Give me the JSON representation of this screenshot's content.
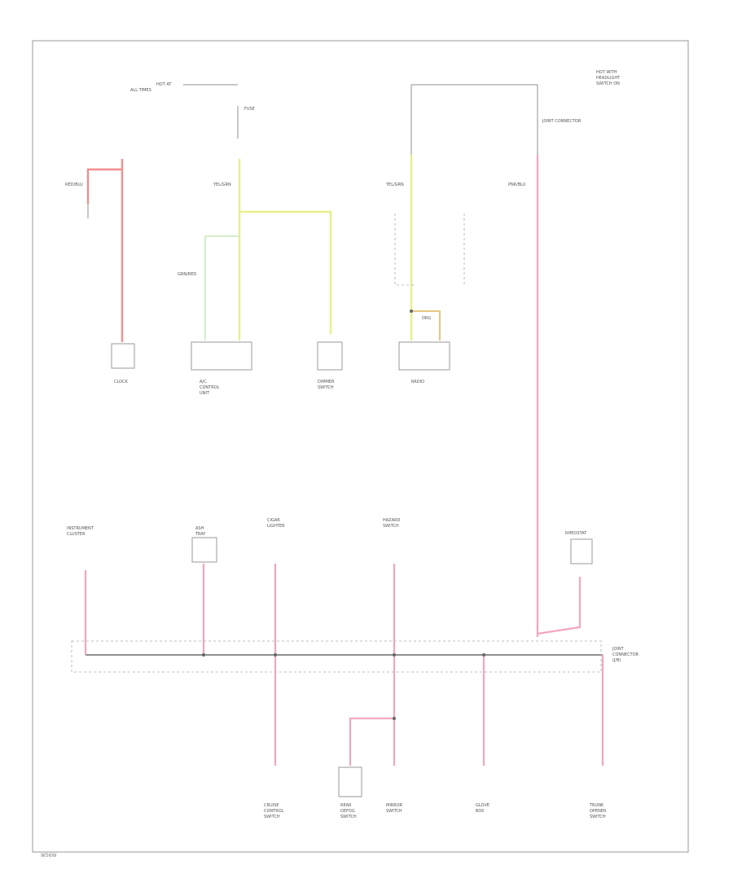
{
  "diagram": {
    "corner_label": "W56W",
    "top_left_note": [
      "HOT AT",
      "ALL TIMES"
    ],
    "top_right_note": [
      "HOT WITH",
      "HEADLIGHT",
      "SWITCH ON"
    ],
    "fuse_label": "FUSE",
    "connector_upper_right": "JOINT CONNECTOR",
    "connector_lower": [
      "JOINT",
      "CONNECTOR",
      "(J/B)"
    ],
    "components_top": [
      {
        "id": "clock",
        "label": [
          "CLOCK"
        ]
      },
      {
        "id": "ac-control",
        "label": [
          "A/C",
          "CONTROL",
          "UNIT"
        ]
      },
      {
        "id": "dimmer",
        "label": [
          "DIMMER",
          "SWITCH"
        ]
      },
      {
        "id": "radio",
        "label": [
          "RADIO"
        ]
      }
    ],
    "components_bottom_top": [
      {
        "id": "instrument-cluster",
        "label": [
          "INSTRUMENT",
          "CLUSTER"
        ]
      },
      {
        "id": "ash-tray-light",
        "label": [
          "ASH",
          "TRAY"
        ]
      },
      {
        "id": "cigar-lighter",
        "label": [
          "CIGAR",
          "LIGHTER"
        ]
      },
      {
        "id": "hazard-switch",
        "label": [
          "HAZARD",
          "SWITCH"
        ]
      },
      {
        "id": "rheostat",
        "label": [
          "RHEOSTAT"
        ]
      }
    ],
    "components_bottom_bottom": [
      {
        "id": "cruise-switch",
        "label": [
          "CRUISE",
          "CONTROL",
          "SWITCH"
        ]
      },
      {
        "id": "rear-defog-switch",
        "label": [
          "REAR",
          "DEFOG",
          "SWITCH"
        ]
      },
      {
        "id": "mirror-switch",
        "label": [
          "MIRROR",
          "SWITCH"
        ]
      },
      {
        "id": "glove-box",
        "label": [
          "GLOVE",
          "BOX"
        ]
      },
      {
        "id": "trunk-switch",
        "label": [
          "TRUNK",
          "OPENER",
          "SWITCH"
        ]
      }
    ],
    "wire_color_labels": {
      "red": "RED/BLU",
      "pink": "PNK/BLU",
      "yellow": "YEL/GRN",
      "green": "GRN/RED",
      "orange": "ORG"
    }
  }
}
